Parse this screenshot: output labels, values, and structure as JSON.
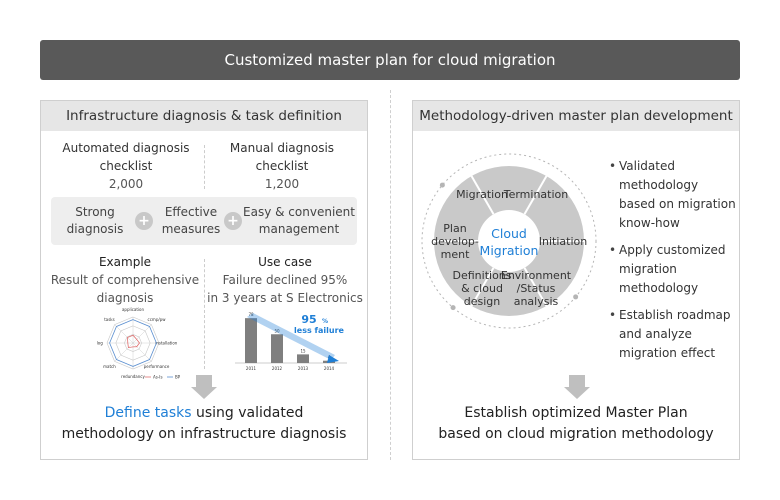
{
  "title": "Customized master plan for cloud migration",
  "left": {
    "header": "Infrastructure diagnosis & task definition",
    "auto_title_1": "Automated diagnosis",
    "auto_title_2": "checklist",
    "auto_count": "2,000",
    "manual_title_1": "Manual diagnosis",
    "manual_title_2": "checklist",
    "manual_count": "1,200",
    "band": [
      {
        "line1": "Strong",
        "line2": "diagnosis"
      },
      {
        "line1": "Effective",
        "line2": "measures"
      },
      {
        "line1": "Easy & convenient",
        "line2": "management"
      }
    ],
    "example_title": "Example",
    "example_line1": "Result of comprehensive",
    "example_line2": "diagnosis",
    "usecase_title": "Use case",
    "usecase_line1": "Failure declined 95%",
    "usecase_line2": "in 3 years at S Electronics",
    "radar": {
      "axes": [
        "application",
        "ccmp/pw",
        "installation",
        "performance",
        "redundancy",
        "match",
        "log",
        "tasks"
      ],
      "legend": [
        "As-Is",
        "BP"
      ],
      "series": [
        {
          "name": "As-Is",
          "values": [
            0.3,
            0.2,
            0.25,
            0.2,
            0.15,
            0.25,
            0.2,
            0.3
          ]
        },
        {
          "name": "BP",
          "values": [
            0.9,
            0.9,
            0.9,
            0.9,
            0.9,
            0.9,
            0.9,
            0.9
          ]
        }
      ]
    },
    "bar_chart": {
      "type": "bar",
      "categories": [
        "2011",
        "2012",
        "2013",
        "2014"
      ],
      "values": [
        78,
        50,
        15,
        4
      ],
      "callout_value": "95",
      "callout_unit": "%",
      "callout_text": "less failure"
    },
    "bottom_highlight": "Define tasks",
    "bottom_rest": " using validated",
    "bottom_line2": "methodology on infrastructure diagnosis"
  },
  "right": {
    "header": "Methodology-driven master plan development",
    "center_line1": "Cloud",
    "center_line2": "Migration",
    "segments": [
      {
        "label": "Migration"
      },
      {
        "label": "Termination"
      },
      {
        "label": "Initiation"
      },
      {
        "label": "Environment /Status analysis"
      },
      {
        "label": "Definitions & cloud design"
      },
      {
        "label": "Plan develop- ment"
      }
    ],
    "bullets": [
      "Validated methodology based on migration know-how",
      "Apply customized migration methodology",
      "Establish roadmap and analyze migration effect"
    ],
    "bottom_line1": "Establish optimized Master Plan",
    "bottom_line2": "based on cloud migration methodology"
  },
  "colors": {
    "accent_blue": "#1f7fd6",
    "title_bg": "#595959",
    "panel_head_bg": "#e6e6e6",
    "wheel_gray": "#c9c9c9"
  }
}
